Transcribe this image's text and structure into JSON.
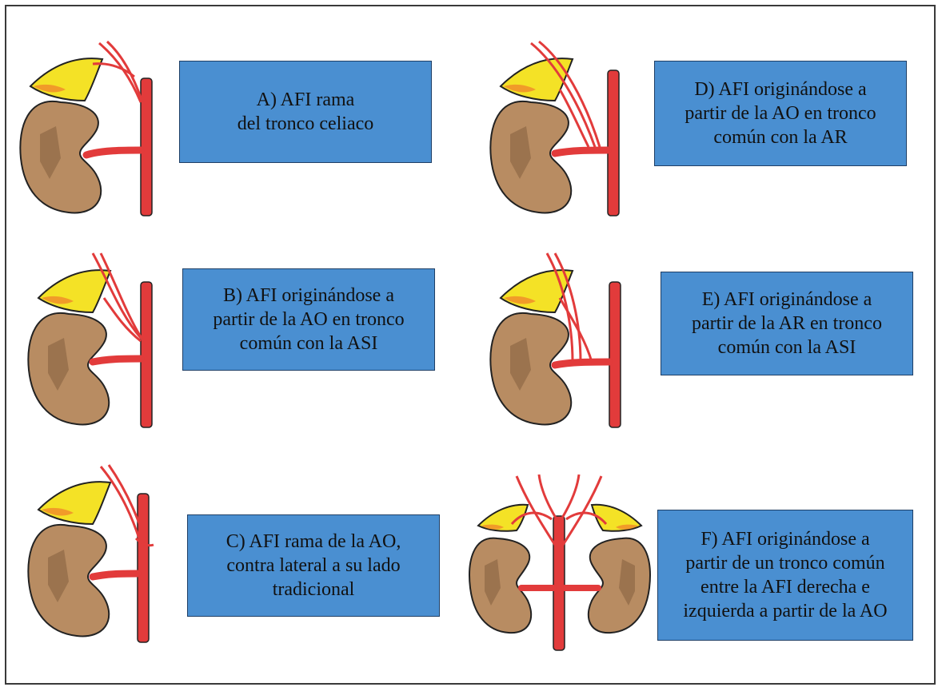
{
  "colors": {
    "box_fill": "#4a8fd1",
    "box_border": "#1f3f66",
    "kidney_fill": "#b88c62",
    "kidney_shadow": "#8e6846",
    "adrenal_fill": "#f4e226",
    "adrenal_accent": "#f08a2a",
    "artery": "#e23b3b"
  },
  "panels": [
    {
      "id": "A",
      "lines": [
        "A) AFI rama",
        "del tronco celiaco"
      ]
    },
    {
      "id": "B",
      "lines": [
        "B) AFI originándose a",
        "partir de la AO en tronco",
        "común con la ASI"
      ]
    },
    {
      "id": "C",
      "lines": [
        "C) AFI rama de la AO,",
        "contra lateral a su lado",
        "tradicional"
      ]
    },
    {
      "id": "D",
      "lines": [
        "D) AFI originándose a",
        "partir de la AO en tronco",
        "común con la AR"
      ]
    },
    {
      "id": "E",
      "lines": [
        "E) AFI originándose a",
        "partir de la AR en tronco",
        "común con la ASI"
      ]
    },
    {
      "id": "F",
      "lines": [
        "F) AFI originándose a",
        "partir de un tronco común",
        "entre la AFI derecha e",
        "izquierda a partir de la AO"
      ]
    }
  ]
}
